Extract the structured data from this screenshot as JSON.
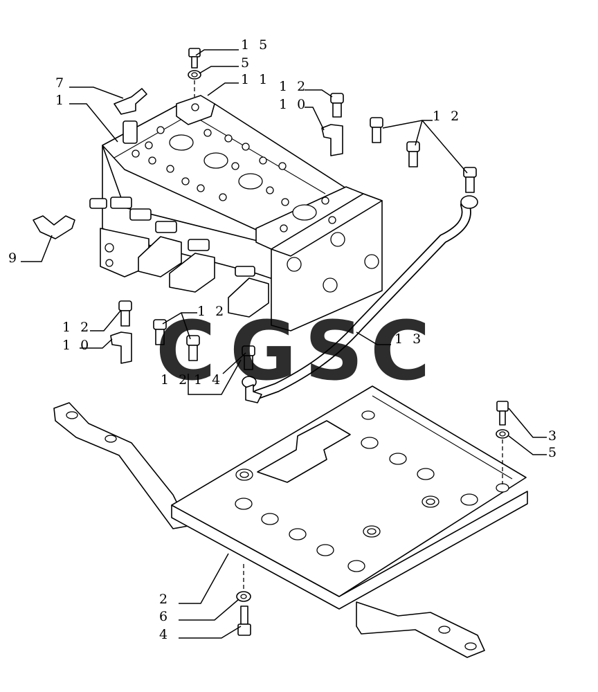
{
  "callouts": [
    {
      "id": "c15a",
      "text": "1 5"
    },
    {
      "id": "c5a",
      "text": "5"
    },
    {
      "id": "c11",
      "text": "1 1"
    },
    {
      "id": "c7",
      "text": "7"
    },
    {
      "id": "c1",
      "text": "1"
    },
    {
      "id": "c12a",
      "text": "1 2"
    },
    {
      "id": "c10a",
      "text": "1 0"
    },
    {
      "id": "c12b",
      "text": "1 2"
    },
    {
      "id": "c9",
      "text": "9"
    },
    {
      "id": "c12c",
      "text": "1 2"
    },
    {
      "id": "c10b",
      "text": "1 0"
    },
    {
      "id": "c12d",
      "text": "1 2"
    },
    {
      "id": "c13",
      "text": "1 3"
    },
    {
      "id": "c12e",
      "text": "1 2"
    },
    {
      "id": "c14",
      "text": "1 4"
    },
    {
      "id": "c3",
      "text": "3"
    },
    {
      "id": "c5b",
      "text": "5"
    },
    {
      "id": "c2",
      "text": "2"
    },
    {
      "id": "c6",
      "text": "6"
    },
    {
      "id": "c4",
      "text": "4"
    }
  ],
  "watermark": {
    "letters": [
      "C",
      "G",
      "S",
      "C"
    ],
    "colors": [
      "#4f8ff0",
      "#e8574b",
      "#f5c33b",
      "#2f9e6a"
    ]
  }
}
